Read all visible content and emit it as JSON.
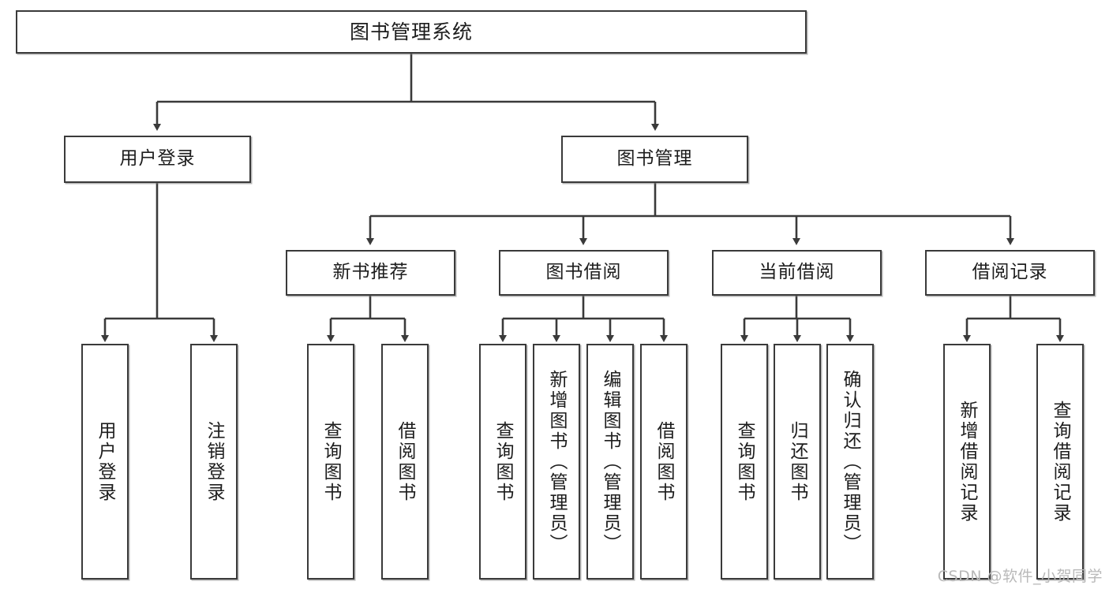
{
  "diagram": {
    "type": "tree",
    "title": "图书管理系统",
    "watermark": "CSDN @软件_小贺同学",
    "root": {
      "id": "root",
      "label": "图书管理系统",
      "orientation": "horizontal"
    },
    "level2": [
      {
        "id": "user-login",
        "label": "用户登录",
        "orientation": "horizontal"
      },
      {
        "id": "book-manage",
        "label": "图书管理",
        "orientation": "horizontal"
      }
    ],
    "level3": [
      {
        "id": "new-book-rec",
        "label": "新书推荐",
        "orientation": "horizontal",
        "parent": "book-manage"
      },
      {
        "id": "book-borrow",
        "label": "图书借阅",
        "orientation": "horizontal",
        "parent": "book-manage"
      },
      {
        "id": "current-borrow",
        "label": "当前借阅",
        "orientation": "horizontal",
        "parent": "book-manage"
      },
      {
        "id": "borrow-record",
        "label": "借阅记录",
        "orientation": "horizontal",
        "parent": "book-manage"
      }
    ],
    "leaves": [
      {
        "id": "leaf-user-login",
        "label": "用户登录",
        "orientation": "vertical",
        "parent": "user-login"
      },
      {
        "id": "leaf-user-logout",
        "label": "注销登录",
        "orientation": "vertical",
        "parent": "user-login"
      },
      {
        "id": "leaf-query-book-1",
        "label": "查询图书",
        "orientation": "vertical",
        "parent": "new-book-rec"
      },
      {
        "id": "leaf-borrow-book-1",
        "label": "借阅图书",
        "orientation": "vertical",
        "parent": "new-book-rec"
      },
      {
        "id": "leaf-query-book-2",
        "label": "查询图书",
        "orientation": "vertical",
        "parent": "book-borrow"
      },
      {
        "id": "leaf-add-book",
        "label": "新增图书（管理员）",
        "orientation": "vertical",
        "parent": "book-borrow"
      },
      {
        "id": "leaf-edit-book",
        "label": "编辑图书（管理员）",
        "orientation": "vertical",
        "parent": "book-borrow"
      },
      {
        "id": "leaf-borrow-book-2",
        "label": "借阅图书",
        "orientation": "vertical",
        "parent": "book-borrow"
      },
      {
        "id": "leaf-query-book-3",
        "label": "查询图书",
        "orientation": "vertical",
        "parent": "current-borrow"
      },
      {
        "id": "leaf-return-book",
        "label": "归还图书",
        "orientation": "vertical",
        "parent": "current-borrow"
      },
      {
        "id": "leaf-confirm-return",
        "label": "确认归还（管理员）",
        "orientation": "vertical",
        "parent": "current-borrow"
      },
      {
        "id": "leaf-add-record",
        "label": "新增借阅记录",
        "orientation": "vertical",
        "parent": "borrow-record"
      },
      {
        "id": "leaf-query-record",
        "label": "查询借阅记录",
        "orientation": "vertical",
        "parent": "borrow-record"
      }
    ],
    "colors": {
      "stroke": "#3a3a3a",
      "text": "#1d1d1d",
      "background": "#ffffff",
      "watermark": "#b9b9b9"
    }
  }
}
